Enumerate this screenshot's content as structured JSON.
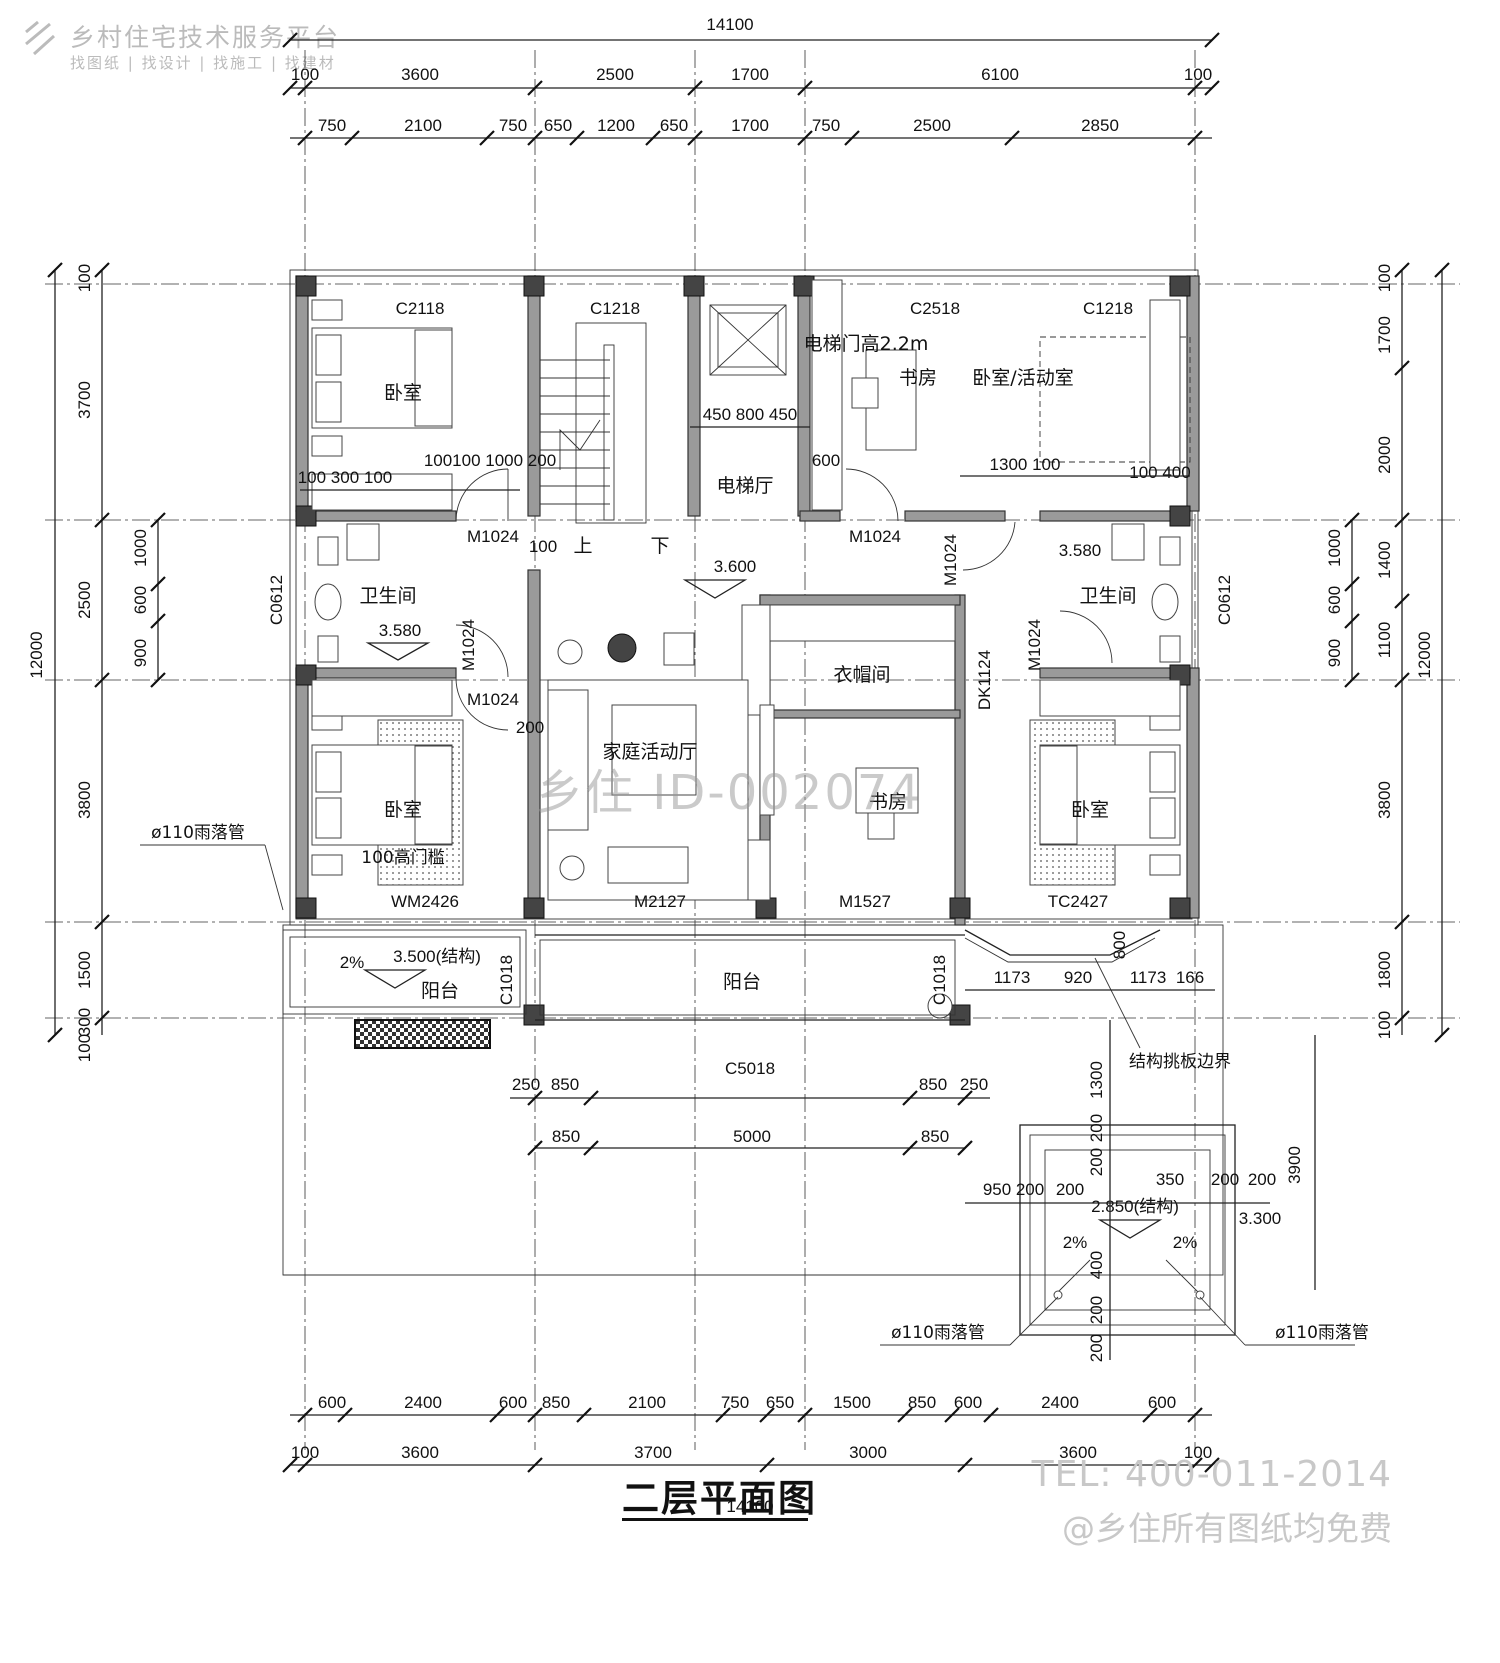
{
  "brand": {
    "name": "乡村住宅技术服务平台",
    "tagline": "找图纸 | 找设计 | 找施工 | 找建材"
  },
  "drawing": {
    "title": "二层平面图",
    "watermark": "乡住 ID-002074",
    "tel": "TEL: 400-011-2014",
    "free_note": "@乡住所有图纸均免费"
  },
  "dims": {
    "top_total": "14100",
    "top_axes": [
      "100",
      "3600",
      "2500",
      "1700",
      "6100",
      "100"
    ],
    "top_detail": [
      "750",
      "2100",
      "750",
      "650",
      "1200",
      "650",
      "1700",
      "750",
      "2500",
      "2850"
    ],
    "bottom_detail": [
      "600",
      "2400",
      "600",
      "850",
      "2100",
      "750",
      "650",
      "1500",
      "850",
      "600",
      "2400",
      "600"
    ],
    "bottom_axes": [
      "100",
      "3600",
      "3700",
      "3000",
      "3600",
      "100"
    ],
    "bottom_total": "14100",
    "left_total": "12000",
    "left_axes": [
      "100",
      "3700",
      "2500",
      "3800",
      "1500",
      "300",
      "100"
    ],
    "left_detail": [
      "1000",
      "600",
      "900"
    ],
    "right_total": "12000",
    "right_axes": [
      "100",
      "1700",
      "2000",
      "1400",
      "1100",
      "3800",
      "1800",
      "100"
    ],
    "right_detail": [
      "1000",
      "600",
      "900"
    ],
    "balcony_dims": [
      "250",
      "850",
      "850",
      "250",
      "850",
      "5000",
      "850"
    ],
    "terrace_dims": [
      "950",
      "200",
      "200",
      "350",
      "200",
      "200",
      "1300",
      "200",
      "200",
      "3900",
      "400",
      "200",
      "200"
    ],
    "bay_dims": [
      "1173",
      "920",
      "1173",
      "166",
      "800"
    ]
  },
  "windows": {
    "c2118": "C2118",
    "c1218a": "C1218",
    "c2518": "C2518",
    "c1218b": "C1218",
    "c0612a": "C0612",
    "c0612b": "C0612",
    "c1018a": "C1018",
    "c1018b": "C1018",
    "c5018": "C5018",
    "wm2426": "WM2426",
    "tc2427": "TC2427",
    "dk1124": "DK1124"
  },
  "doors": {
    "m1024a": "M1024",
    "m1024b": "M1024",
    "m1024c": "M1024",
    "m1024d": "M1024",
    "m1024e": "M1024",
    "m1024f": "M1024",
    "m2127": "M2127",
    "m1527": "M1527"
  },
  "rooms": {
    "bedroom_nw": "卧室",
    "bedroom_sw": "卧室",
    "bedroom_e": "卧室",
    "study_ne": "书房",
    "bed_activity": "卧室/活动室",
    "elevator_hall": "电梯厅",
    "elevator_note": "电梯门高2.2m",
    "bath_w": "卫生间",
    "bath_e": "卫生间",
    "family_room": "家庭活动厅",
    "cloakroom": "衣帽间",
    "study_s": "书房",
    "balcony_w": "阳台",
    "balcony_c": "阳台",
    "up": "上",
    "down": "下"
  },
  "levels": {
    "main": "3.600",
    "bath_w": "3.580",
    "bath_e": "3.580",
    "balcony_w": "3.500(结构)",
    "terrace": "2.850(结构)",
    "terrace_r": "3.300"
  },
  "notes": {
    "rainpipe_w": "ø110雨落管",
    "rainpipe_sl": "ø110雨落管",
    "rainpipe_sr": "ø110雨落管",
    "threshold": "100高门槛",
    "edge": "结构挑板边界",
    "slope": "2%"
  },
  "small_dims": {
    "d100300100": "100 300 100",
    "d1001001000200": "100100 1000 200",
    "d450800450": "450  800  450",
    "d600": "600",
    "d1300100": "1300  100",
    "d100400": "100  400",
    "d100": "100",
    "d200": "200"
  }
}
